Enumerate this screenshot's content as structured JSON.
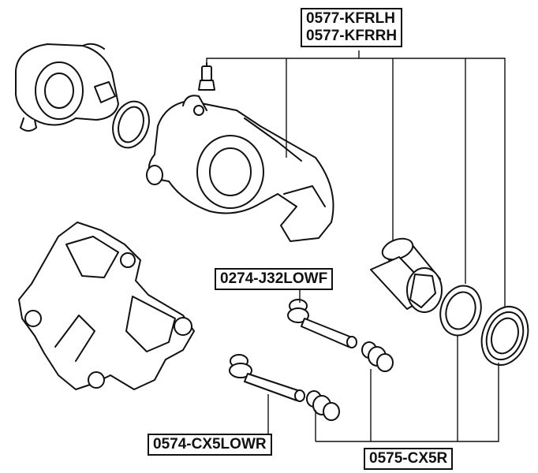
{
  "labels": {
    "caliper_lh": "0577-KFRLH",
    "caliper_rh": "0577-KFRRH",
    "guide_pin_upper": "0274-J32LOWF",
    "guide_pin_lower": "0574-CX5LOWR",
    "repair_kit": "0575-CX5R"
  }
}
